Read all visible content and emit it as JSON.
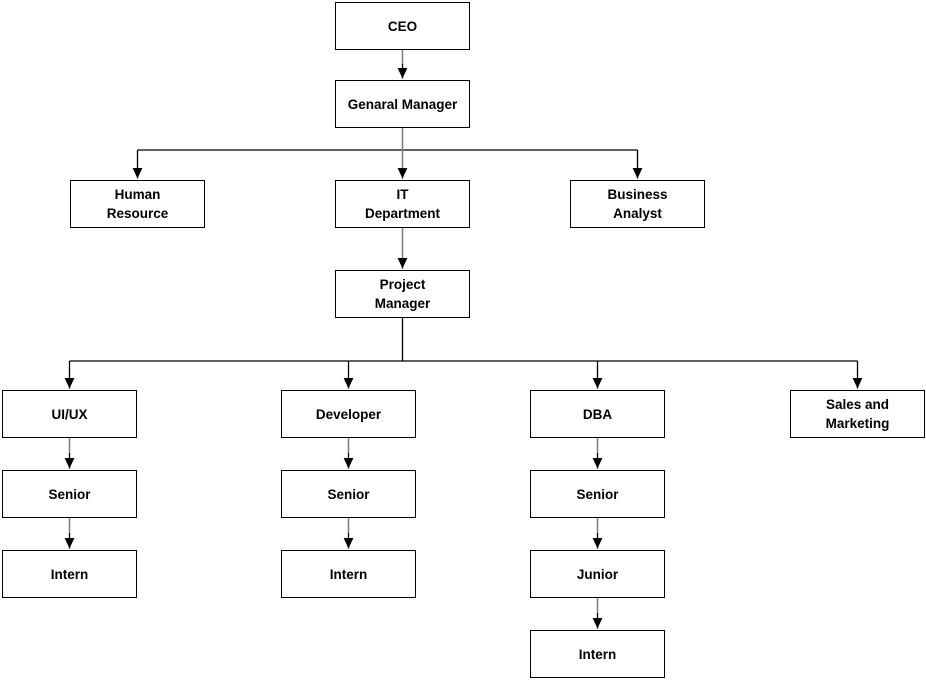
{
  "diagram": {
    "type": "org-chart",
    "background": "#ffffff",
    "colors": {
      "box_fill": "#ffffff",
      "box_border": "#000000",
      "text": "#000000",
      "connector": "#000000",
      "connector_secondary": "#808080"
    },
    "nodes": {
      "ceo": {
        "label": "CEO"
      },
      "general_manager": {
        "label": "Genaral Manager"
      },
      "human_resource": {
        "label": "Human\nResource"
      },
      "it_department": {
        "label": "IT\nDepartment"
      },
      "business_analyst": {
        "label": "Business\nAnalyst"
      },
      "project_manager": {
        "label": "Project\nManager"
      },
      "uiux": {
        "label": "UI/UX"
      },
      "developer": {
        "label": "Developer"
      },
      "dba": {
        "label": "DBA"
      },
      "sales_marketing": {
        "label": "Sales and\nMarketing"
      },
      "uiux_senior": {
        "label": "Senior"
      },
      "uiux_intern": {
        "label": "Intern"
      },
      "developer_senior": {
        "label": "Senior"
      },
      "developer_intern": {
        "label": "Intern"
      },
      "dba_senior": {
        "label": "Senior"
      },
      "dba_junior": {
        "label": "Junior"
      },
      "dba_intern": {
        "label": "Intern"
      }
    },
    "edges": [
      {
        "from": "ceo",
        "to": "general_manager"
      },
      {
        "from": "general_manager",
        "to": "human_resource"
      },
      {
        "from": "general_manager",
        "to": "it_department"
      },
      {
        "from": "general_manager",
        "to": "business_analyst"
      },
      {
        "from": "it_department",
        "to": "project_manager"
      },
      {
        "from": "project_manager",
        "to": "uiux"
      },
      {
        "from": "project_manager",
        "to": "developer"
      },
      {
        "from": "project_manager",
        "to": "dba"
      },
      {
        "from": "project_manager",
        "to": "sales_marketing"
      },
      {
        "from": "uiux",
        "to": "uiux_senior"
      },
      {
        "from": "uiux_senior",
        "to": "uiux_intern"
      },
      {
        "from": "developer",
        "to": "developer_senior"
      },
      {
        "from": "developer_senior",
        "to": "developer_intern"
      },
      {
        "from": "dba",
        "to": "dba_senior"
      },
      {
        "from": "dba_senior",
        "to": "dba_junior"
      },
      {
        "from": "dba_junior",
        "to": "dba_intern"
      }
    ]
  }
}
